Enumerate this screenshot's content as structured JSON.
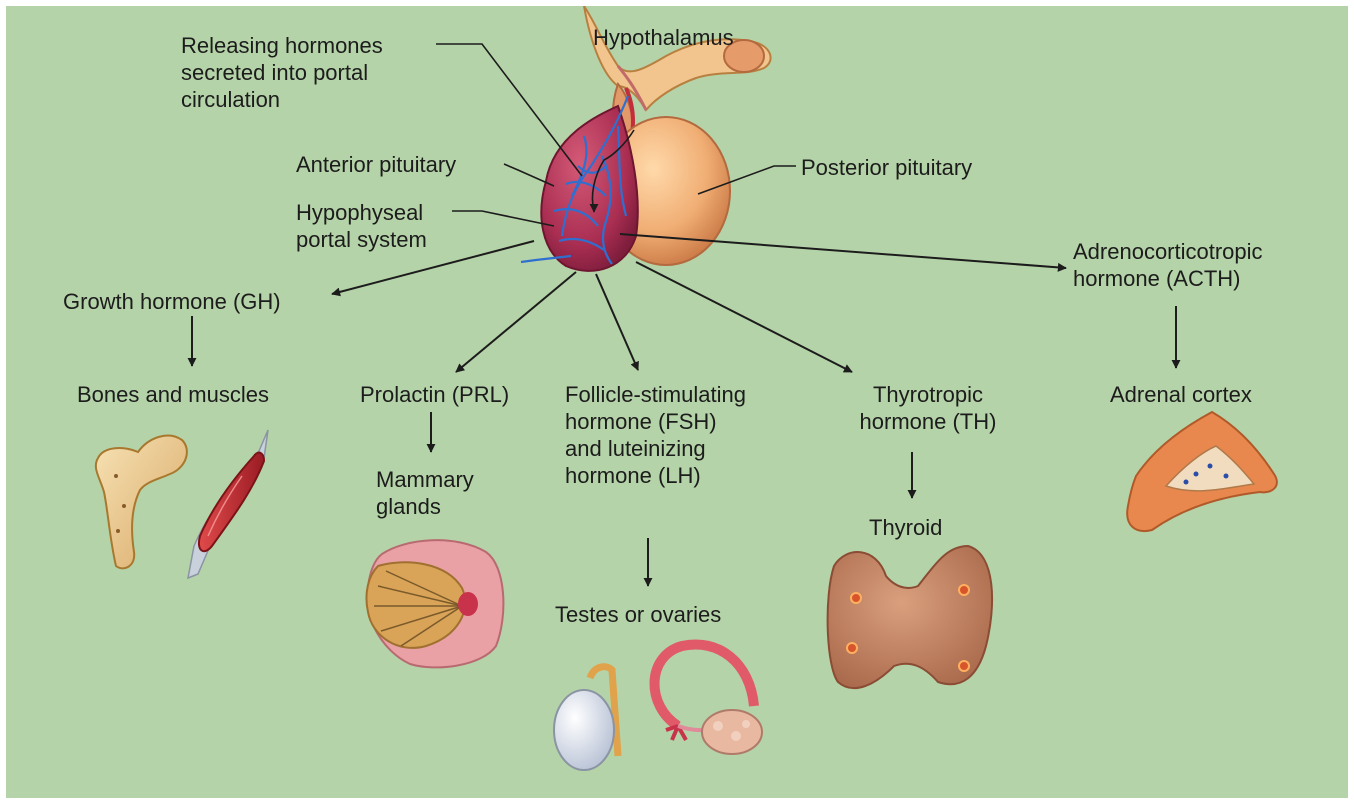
{
  "labels": {
    "hypothalamus": "Hypothalamus",
    "releasing": "Releasing hormones\nsecreted into portal\ncirculation",
    "anterior": "Anterior pituitary",
    "posterior": "Posterior pituitary",
    "portal": "Hypophyseal\nportal system",
    "gh": "Growth hormone (GH)",
    "acth": "Adrenocorticotropic\nhormone (ACTH)",
    "bones": "Bones and muscles",
    "prl": "Prolactin (PRL)",
    "mammary": "Mammary\nglands",
    "fsh": "Follicle-stimulating\nhormone (FSH)\nand luteinizing\nhormone (LH)",
    "testes": "Testes or ovaries",
    "th": "Thyrotropic\nhormone (TH)",
    "thyroid": "Thyroid",
    "adrenal": "Adrenal cortex"
  },
  "colors": {
    "background": "#b5d3a8",
    "anterior_lobe": "#b5365a",
    "posterior_lobe": "#f0b27a",
    "vessel": "#2f6fd0"
  }
}
